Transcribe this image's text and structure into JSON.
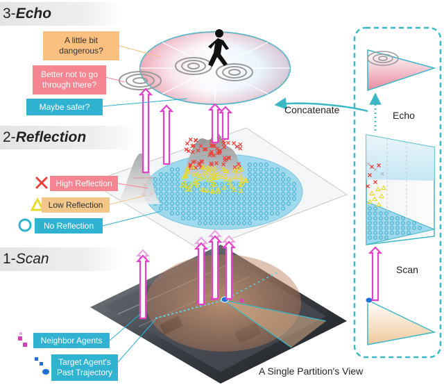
{
  "stages": {
    "echo": {
      "number": "3-",
      "name": "Echo"
    },
    "reflection": {
      "number": "2-",
      "name": "Reflection"
    },
    "scan": {
      "number": "1-",
      "name": "Scan"
    }
  },
  "echo_callouts": {
    "dangerous": "A little bit\ndangerous?",
    "better_not": "Better not to go\nthrough there?",
    "safer": "Maybe safer?"
  },
  "reflection_legend": {
    "high": "High Reflection",
    "low": "Low Reflection",
    "none": "No Reflection"
  },
  "scan_legend": {
    "neighbors": "Neighbor Agents",
    "target": "Target Agent's\nPast Trajectory"
  },
  "partition_panel": {
    "concatenate": "Concatenate",
    "echo": "Echo",
    "scan": "Scan",
    "caption": "A Single Partition's View"
  },
  "colors": {
    "magenta": "#e540c9",
    "teal": "#3bb7c6",
    "sky": "#8fd3ec",
    "high_marker": "#e8413a",
    "low_marker": "#e6dc2b"
  }
}
